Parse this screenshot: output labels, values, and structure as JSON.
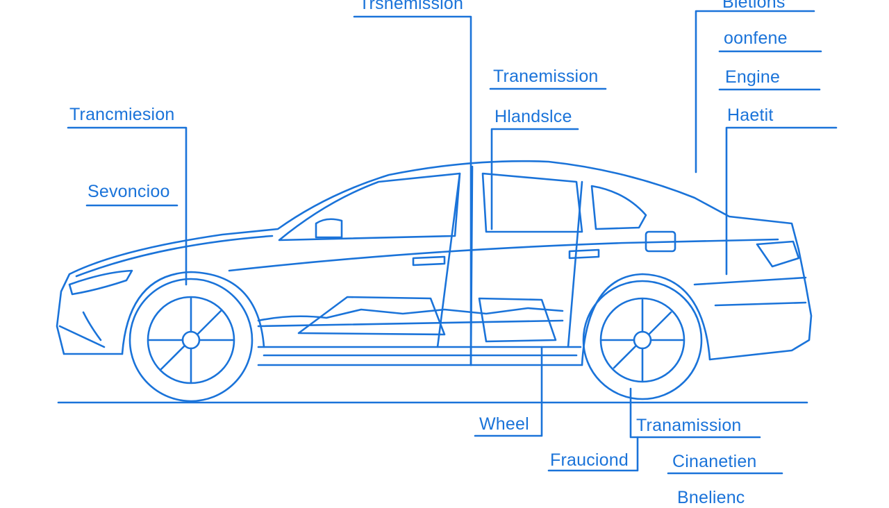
{
  "labels": [
    "Trsnemission",
    "Bletions",
    "oonfene",
    "Engine",
    "Tranemission",
    "Hlandslce",
    "Haetit",
    "Trancmiesion",
    "Sevoncioo",
    "Wheel",
    "Tranamission",
    "Frauciond",
    "Cinanetien",
    "Bnelienc"
  ],
  "colors": {
    "stroke": "#1a73d9",
    "background": "#ffffff"
  }
}
